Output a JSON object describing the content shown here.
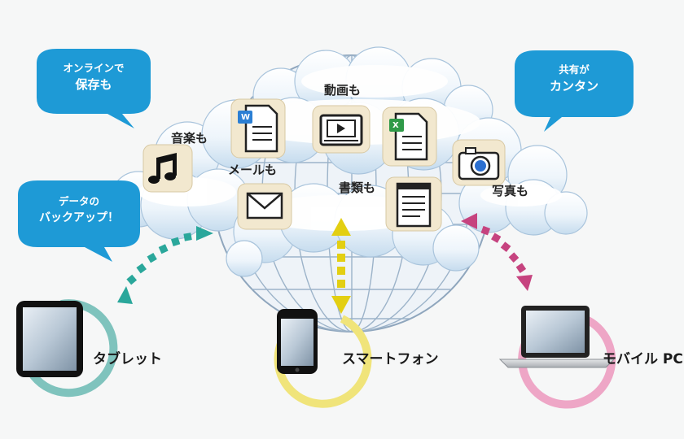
{
  "bubbles": {
    "online": {
      "line1": "オンラインで",
      "line2": "保存も"
    },
    "share": {
      "line1": "共有が",
      "line2": "カンタン"
    },
    "backup": {
      "line1": "データの",
      "line2": "バックアップ！"
    }
  },
  "categories": {
    "music": "音楽も",
    "video": "動画も",
    "mail": "メールも",
    "docs": "書類も",
    "photo": "写真も"
  },
  "devices": {
    "tablet": "タブレット",
    "smartphone": "スマートフォン",
    "mobile_pc": "モバイル PC"
  },
  "icons": {
    "word": "W",
    "excel": "X"
  },
  "colors": {
    "bubble": "#1e9ad6",
    "tablet_arrow": "#2aa79b",
    "phone_arrow": "#e3cf12",
    "pc_arrow": "#c6437f"
  }
}
